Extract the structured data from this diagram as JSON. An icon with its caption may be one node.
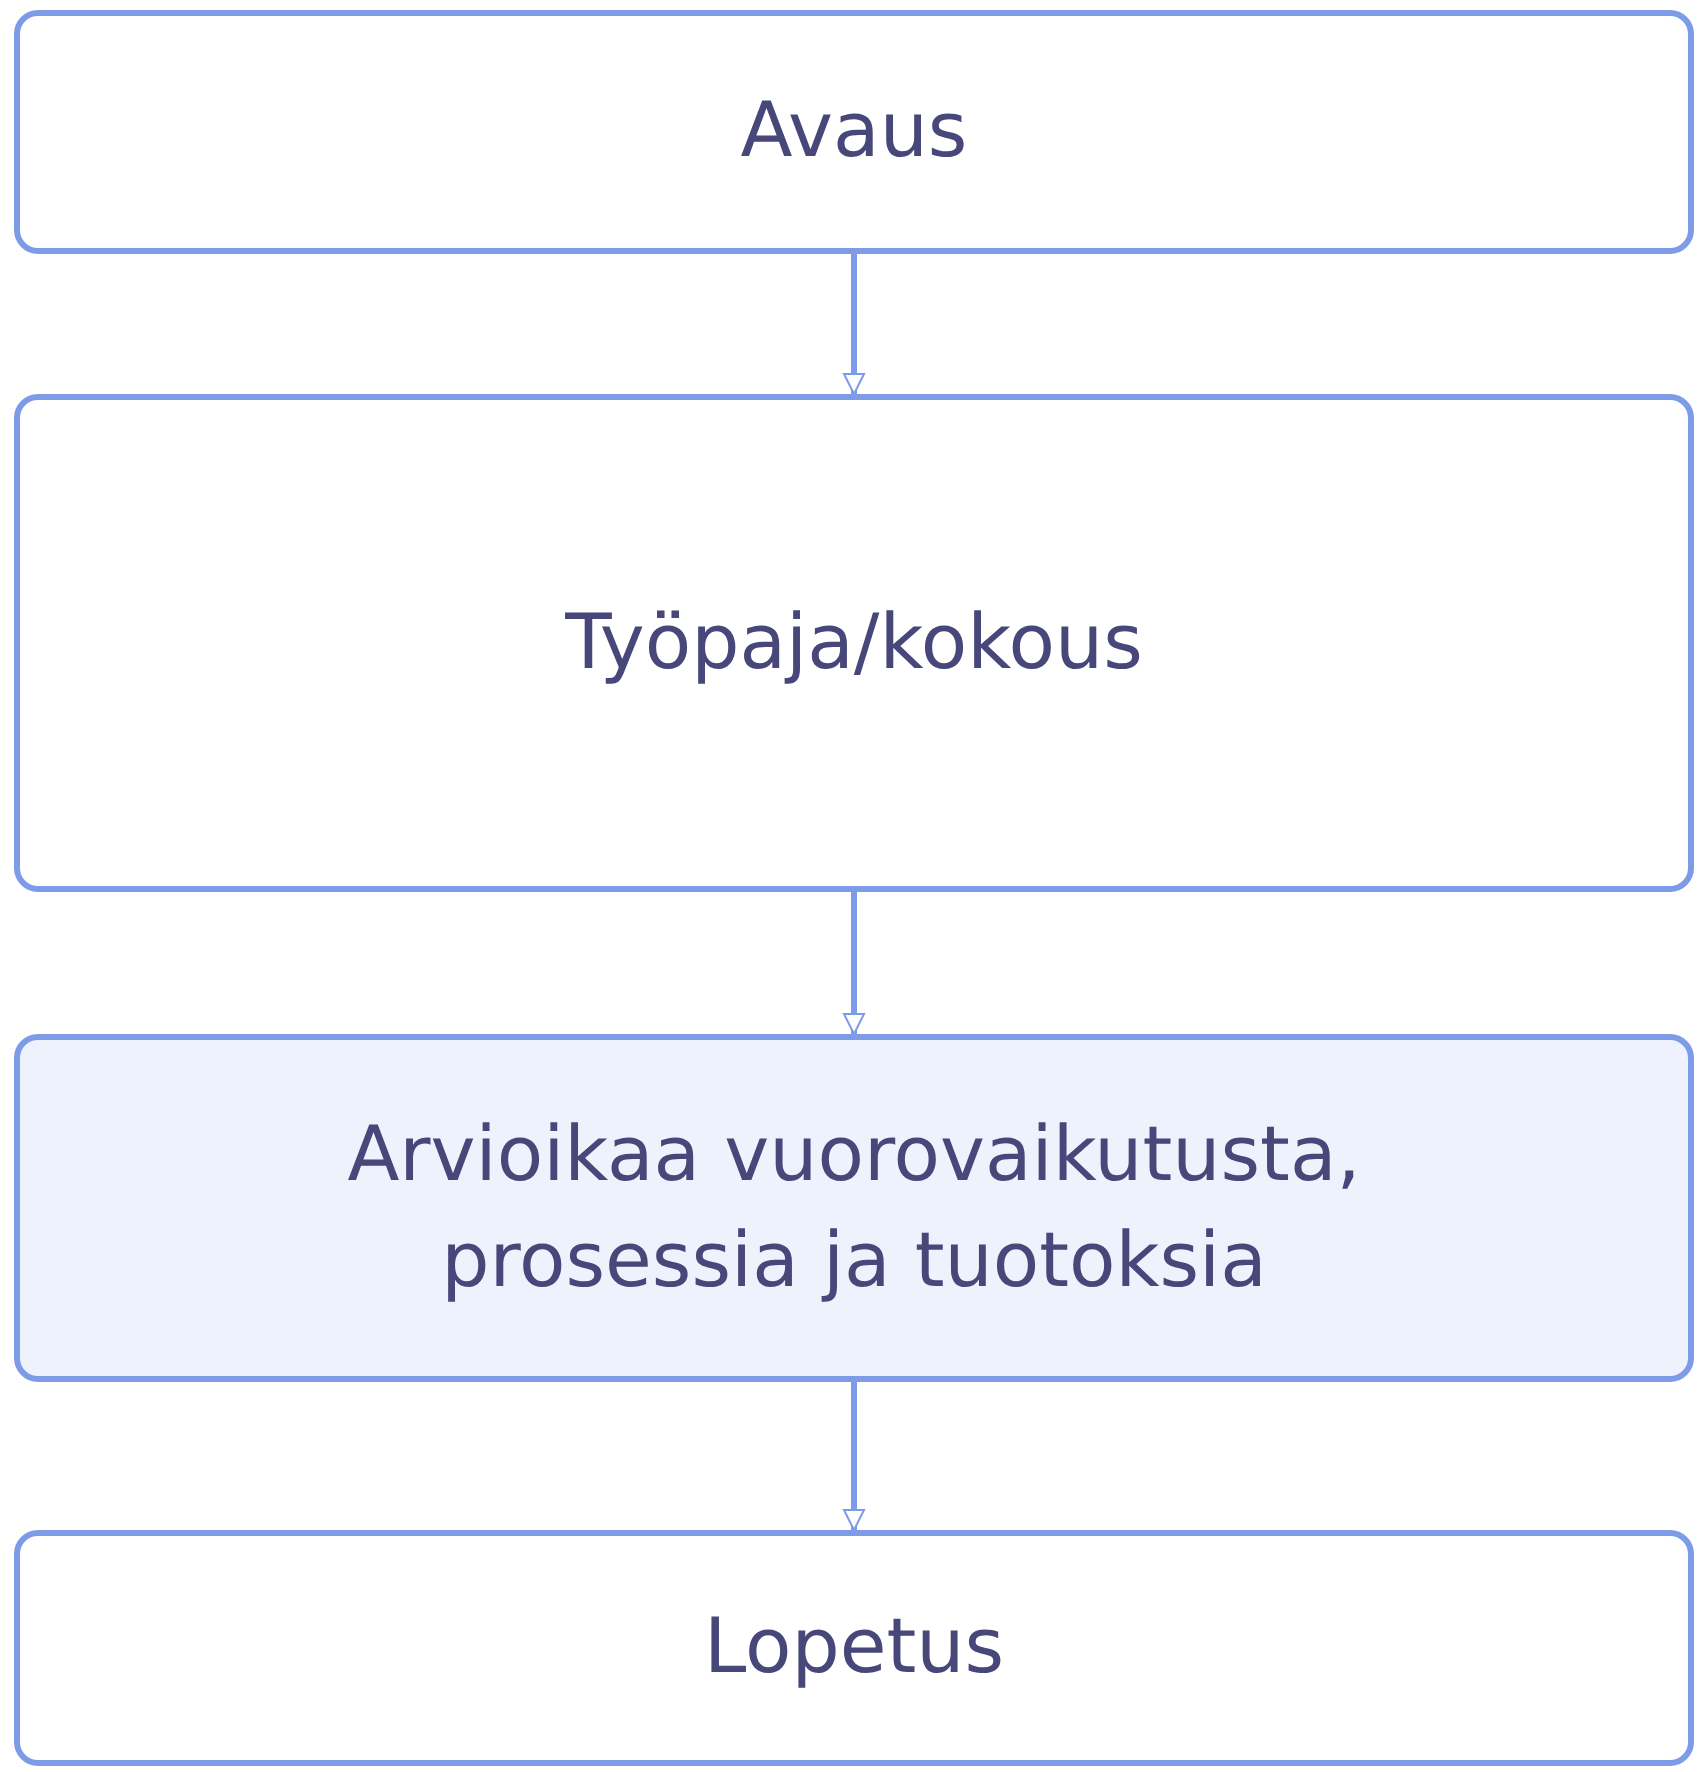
{
  "diagram": {
    "nodes": [
      {
        "text": [
          "Avaus"
        ]
      },
      {
        "text": [
          "Työpaja/kokous"
        ]
      },
      {
        "text": [
          "Arvioikaa vuorovaikutusta, prosessia ja tuotoksia"
        ]
      },
      {
        "text": [
          "Lopetus"
        ]
      }
    ],
    "edges": [
      {
        "from": 0,
        "to": 1,
        "arrow": "to"
      },
      {
        "from": 1,
        "to": 2,
        "arrow": "to"
      },
      {
        "from": 2,
        "to": 3,
        "arrow": "to"
      }
    ]
  }
}
